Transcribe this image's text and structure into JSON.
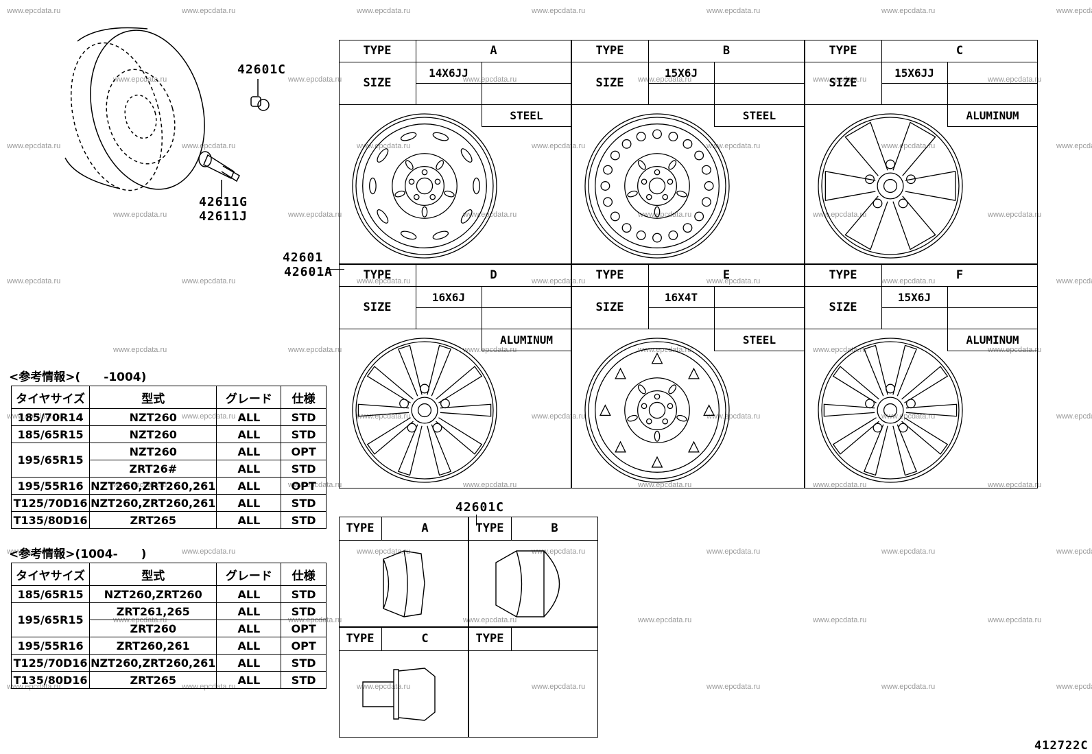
{
  "watermark": "www.epcdata.ru",
  "part_numbers": {
    "cap": "42601C",
    "valve_1": "42611G",
    "valve_2": "42611J",
    "wheel_1": "42601",
    "wheel_2": "42601A",
    "nut_label": "42601C",
    "diagram_code": "412722C"
  },
  "wheel_table": {
    "type_label": "TYPE",
    "size_label": "SIZE",
    "wheels": [
      {
        "type": "A",
        "size": "14X6JJ",
        "material": "STEEL"
      },
      {
        "type": "B",
        "size": "15X6J",
        "material": "STEEL"
      },
      {
        "type": "C",
        "size": "15X6JJ",
        "material": "ALUMINUM"
      },
      {
        "type": "D",
        "size": "16X6J",
        "material": "ALUMINUM"
      },
      {
        "type": "E",
        "size": "16X4T",
        "material": "STEEL"
      },
      {
        "type": "F",
        "size": "15X6J",
        "material": "ALUMINUM"
      }
    ]
  },
  "nut_table": {
    "type_label": "TYPE",
    "nuts": [
      {
        "type": "A"
      },
      {
        "type": "B"
      },
      {
        "type": "C"
      },
      {
        "type": ""
      }
    ]
  },
  "ref_table_1": {
    "heading": "<参考情報>(　　-1004)",
    "headers": [
      "タイヤサイズ",
      "型式",
      "グレード",
      "仕様"
    ],
    "rows": [
      [
        "185/70R14",
        "NZT260",
        "ALL",
        "STD"
      ],
      [
        "185/65R15",
        "NZT260",
        "ALL",
        "STD"
      ],
      [
        "195/65R15",
        "NZT260",
        "ALL",
        "OPT"
      ],
      [
        "",
        "ZRT26#",
        "ALL",
        "STD"
      ],
      [
        "195/55R16",
        "NZT260,ZRT260,261",
        "ALL",
        "OPT"
      ],
      [
        "T125/70D16",
        "NZT260,ZRT260,261",
        "ALL",
        "STD"
      ],
      [
        "T135/80D16",
        "ZRT265",
        "ALL",
        "STD"
      ]
    ]
  },
  "ref_table_2": {
    "heading": "<参考情報>(1004-　　)",
    "headers": [
      "タイヤサイズ",
      "型式",
      "グレード",
      "仕様"
    ],
    "rows": [
      [
        "185/65R15",
        "NZT260,ZRT260",
        "ALL",
        "STD"
      ],
      [
        "195/65R15",
        "ZRT261,265",
        "ALL",
        "STD"
      ],
      [
        "",
        "ZRT260",
        "ALL",
        "OPT"
      ],
      [
        "195/55R16",
        "ZRT260,261",
        "ALL",
        "OPT"
      ],
      [
        "T125/70D16",
        "NZT260,ZRT260,261",
        "ALL",
        "STD"
      ],
      [
        "T135/80D16",
        "ZRT265",
        "ALL",
        "STD"
      ]
    ]
  }
}
